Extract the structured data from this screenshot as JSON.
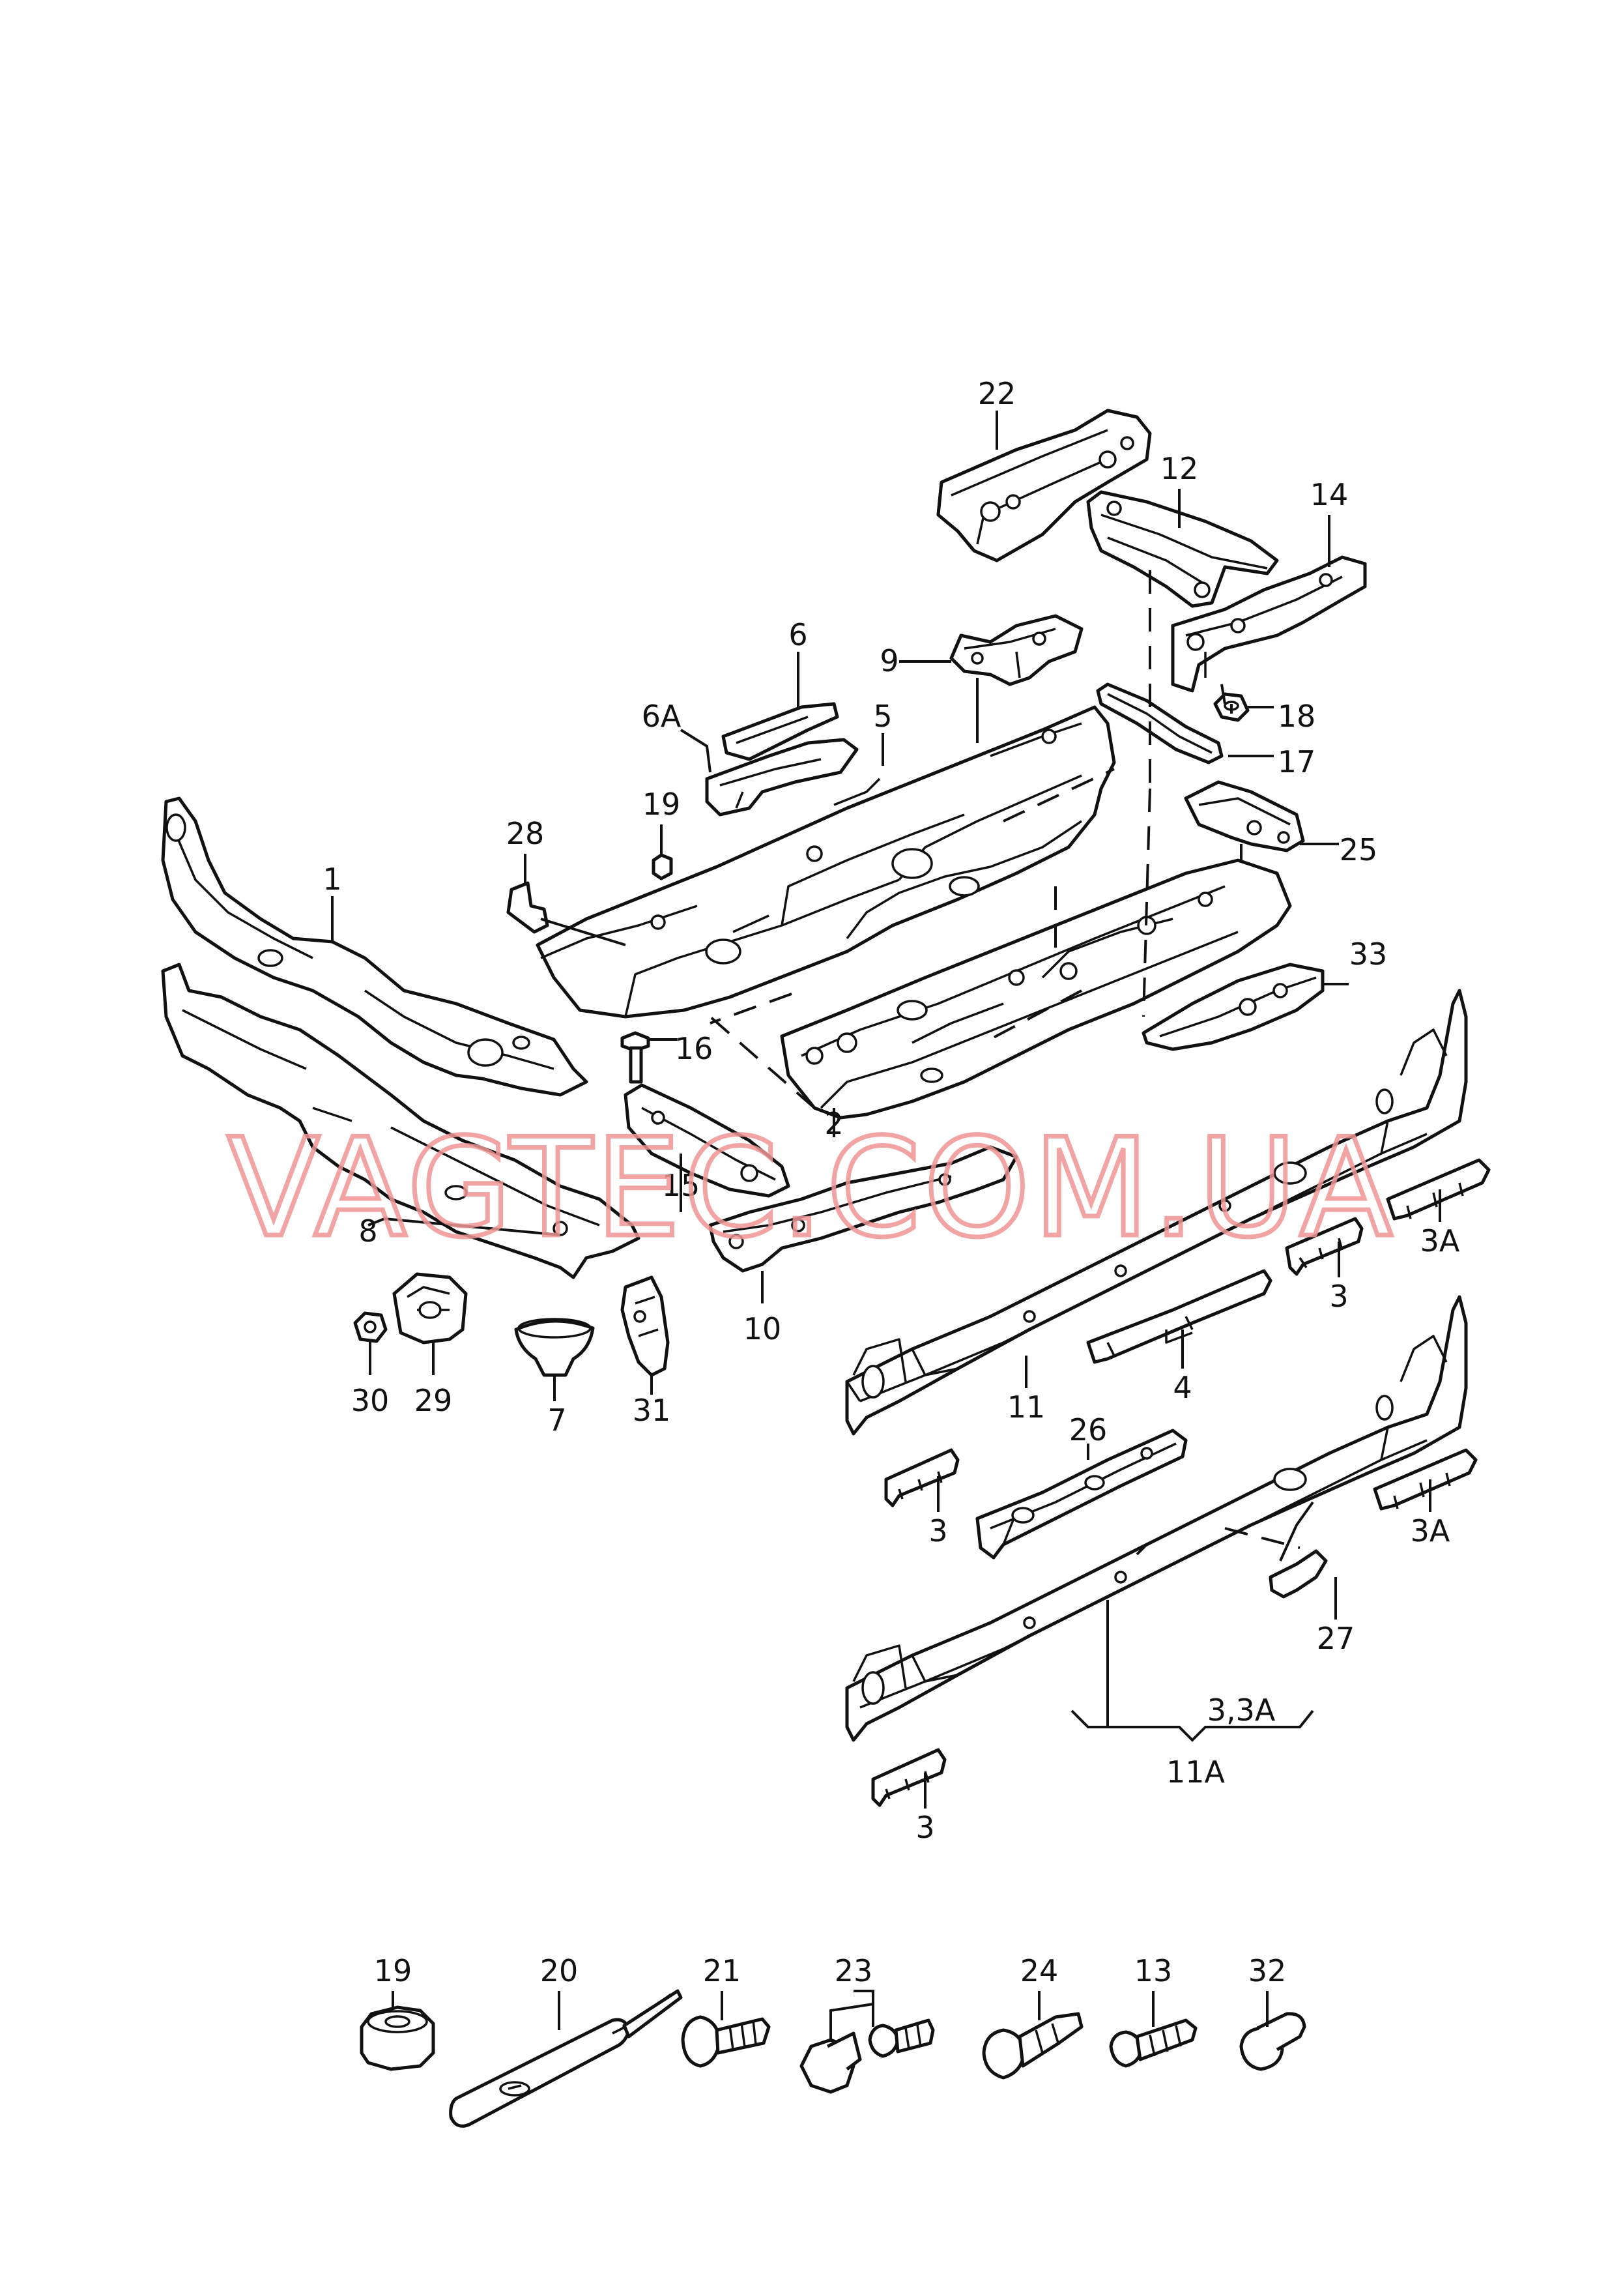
{
  "watermark": "VAGTEC.COM.UA",
  "colors": {
    "line": "#111111",
    "background": "#ffffff",
    "watermark": "#f09595"
  },
  "callouts": [
    {
      "id": "c1",
      "label": "1"
    },
    {
      "id": "c2",
      "label": "2"
    },
    {
      "id": "c3a",
      "label": "3"
    },
    {
      "id": "c3b",
      "label": "3"
    },
    {
      "id": "c3c",
      "label": "3"
    },
    {
      "id": "c3A1",
      "label": "3A"
    },
    {
      "id": "c3A2",
      "label": "3A"
    },
    {
      "id": "c33A",
      "label": "3,3A"
    },
    {
      "id": "c4",
      "label": "4"
    },
    {
      "id": "c5",
      "label": "5"
    },
    {
      "id": "c6",
      "label": "6"
    },
    {
      "id": "c6A",
      "label": "6A"
    },
    {
      "id": "c7",
      "label": "7"
    },
    {
      "id": "c8",
      "label": "8"
    },
    {
      "id": "c9",
      "label": "9"
    },
    {
      "id": "c10",
      "label": "10"
    },
    {
      "id": "c11",
      "label": "11"
    },
    {
      "id": "c11A",
      "label": "11A"
    },
    {
      "id": "c12",
      "label": "12"
    },
    {
      "id": "c13",
      "label": "13"
    },
    {
      "id": "c14",
      "label": "14"
    },
    {
      "id": "c15",
      "label": "15"
    },
    {
      "id": "c16",
      "label": "16"
    },
    {
      "id": "c17",
      "label": "17"
    },
    {
      "id": "c18",
      "label": "18"
    },
    {
      "id": "c19a",
      "label": "19"
    },
    {
      "id": "c19b",
      "label": "19"
    },
    {
      "id": "c20",
      "label": "20"
    },
    {
      "id": "c21",
      "label": "21"
    },
    {
      "id": "c22",
      "label": "22"
    },
    {
      "id": "c23",
      "label": "23"
    },
    {
      "id": "c24",
      "label": "24"
    },
    {
      "id": "c25",
      "label": "25"
    },
    {
      "id": "c26",
      "label": "26"
    },
    {
      "id": "c27",
      "label": "27"
    },
    {
      "id": "c28",
      "label": "28"
    },
    {
      "id": "c29",
      "label": "29"
    },
    {
      "id": "c30",
      "label": "30"
    },
    {
      "id": "c31",
      "label": "31"
    },
    {
      "id": "c32",
      "label": "32"
    },
    {
      "id": "c33",
      "label": "33"
    }
  ]
}
